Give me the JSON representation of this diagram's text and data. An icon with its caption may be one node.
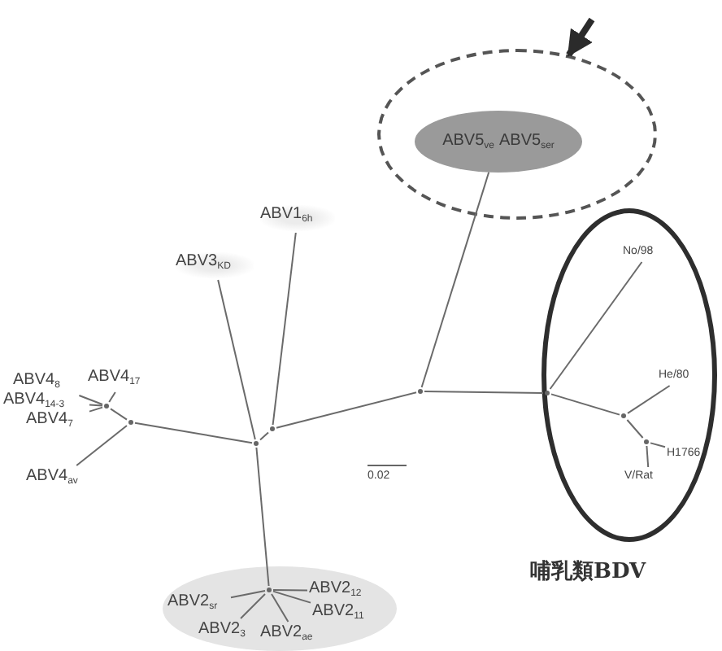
{
  "diagram": {
    "nodes": [
      {
        "text": [],
        "shape": "ellipse"
      },
      {
        "text": [
          "ABV5$_{ve}$",
          "ABV5$_{ser}$"
        ],
        "in": 0
      },
      {
        "text": [
          "ABV1$_{6h}$"
        ]
      },
      {
        "text": [
          "ABV3$_{KD}$"
        ]
      },
      {
        "text": [],
        "shape": "ellipse",
        "beside": [
          "哺乳類BDV"
        ]
      },
      {
        "text": [
          "No/98"
        ],
        "in": 4
      },
      {
        "text": [
          "He/80"
        ],
        "in": 4
      },
      {
        "text": [
          "H1766"
        ],
        "in": 4
      },
      {
        "text": [
          "V/Rat"
        ],
        "in": 4
      },
      {
        "text": [
          "ABV4$_{8}$"
        ]
      },
      {
        "text": [
          "ABV4$_{17}$"
        ]
      },
      {
        "text": [
          "ABV4$_{14-3}$"
        ]
      },
      {
        "text": [
          "ABV4$_{7}$"
        ]
      },
      {
        "text": [
          "ABV4$_{av}$"
        ]
      },
      {
        "text": [],
        "shape": "ellipse"
      },
      {
        "text": [
          "ABV2$_{sr}$"
        ],
        "in": 14
      },
      {
        "text": [
          "ABV2$_{12}$"
        ],
        "in": 14
      },
      {
        "text": [
          "ABV2$_{3}$"
        ],
        "in": 14
      },
      {
        "text": [
          "ABV2$_{11}$"
        ],
        "in": 14
      },
      {
        "text": [
          "ABV2$_{ae}$"
        ],
        "in": 14
      },
      {
        "text": [],
        "shape": "point"
      },
      {
        "text": [],
        "shape": "point"
      },
      {
        "text": [],
        "shape": "point"
      },
      {
        "text": [],
        "shape": "point",
        "in": 4
      },
      {
        "text": [],
        "shape": "point",
        "in": 4
      },
      {
        "text": [],
        "shape": "point",
        "in": 4
      },
      {
        "text": [],
        "shape": "point"
      },
      {
        "text": [],
        "shape": "point"
      },
      {
        "text": [],
        "shape": "point",
        "in": 14
      }
    ],
    "edges": [
      {
        "from": 20,
        "to": 21,
        "arrow": "none"
      },
      {
        "from": 21,
        "to": 2,
        "arrow": "none"
      },
      {
        "from": 20,
        "to": 3,
        "arrow": "none"
      },
      {
        "from": 21,
        "to": 22,
        "arrow": "none"
      },
      {
        "from": 22,
        "to": 1,
        "arrow": "none"
      },
      {
        "from": 22,
        "to": 23,
        "arrow": "none"
      },
      {
        "from": 23,
        "to": 5,
        "arrow": "none"
      },
      {
        "from": 23,
        "to": 24,
        "arrow": "none"
      },
      {
        "from": 24,
        "to": 6,
        "arrow": "none"
      },
      {
        "from": 24,
        "to": 25,
        "arrow": "none"
      },
      {
        "from": 25,
        "to": 7,
        "arrow": "none"
      },
      {
        "from": 25,
        "to": 8,
        "arrow": "none"
      },
      {
        "from": 20,
        "to": 26,
        "arrow": "none"
      },
      {
        "from": 26,
        "to": 27,
        "arrow": "none"
      },
      {
        "from": 27,
        "to": 9,
        "arrow": "none"
      },
      {
        "from": 27,
        "to": 10,
        "arrow": "none"
      },
      {
        "from": 27,
        "to": 11,
        "arrow": "none"
      },
      {
        "from": 27,
        "to": 12,
        "arrow": "none"
      },
      {
        "from": 26,
        "to": 13,
        "arrow": "none"
      },
      {
        "from": 20,
        "to": 28,
        "arrow": "none"
      },
      {
        "from": 28,
        "to": 15,
        "arrow": "none"
      },
      {
        "from": 28,
        "to": 16,
        "arrow": "none"
      },
      {
        "from": 28,
        "to": 17,
        "arrow": "none"
      },
      {
        "from": 28,
        "to": 18,
        "arrow": "none"
      },
      {
        "from": 28,
        "to": 19,
        "arrow": "none"
      },
      {
        "from": null,
        "to": 0,
        "arrow": "to",
        "style": "thick",
        "color": "#2b2b2b"
      }
    ],
    "labels": [
      "0.02"
    ]
  }
}
